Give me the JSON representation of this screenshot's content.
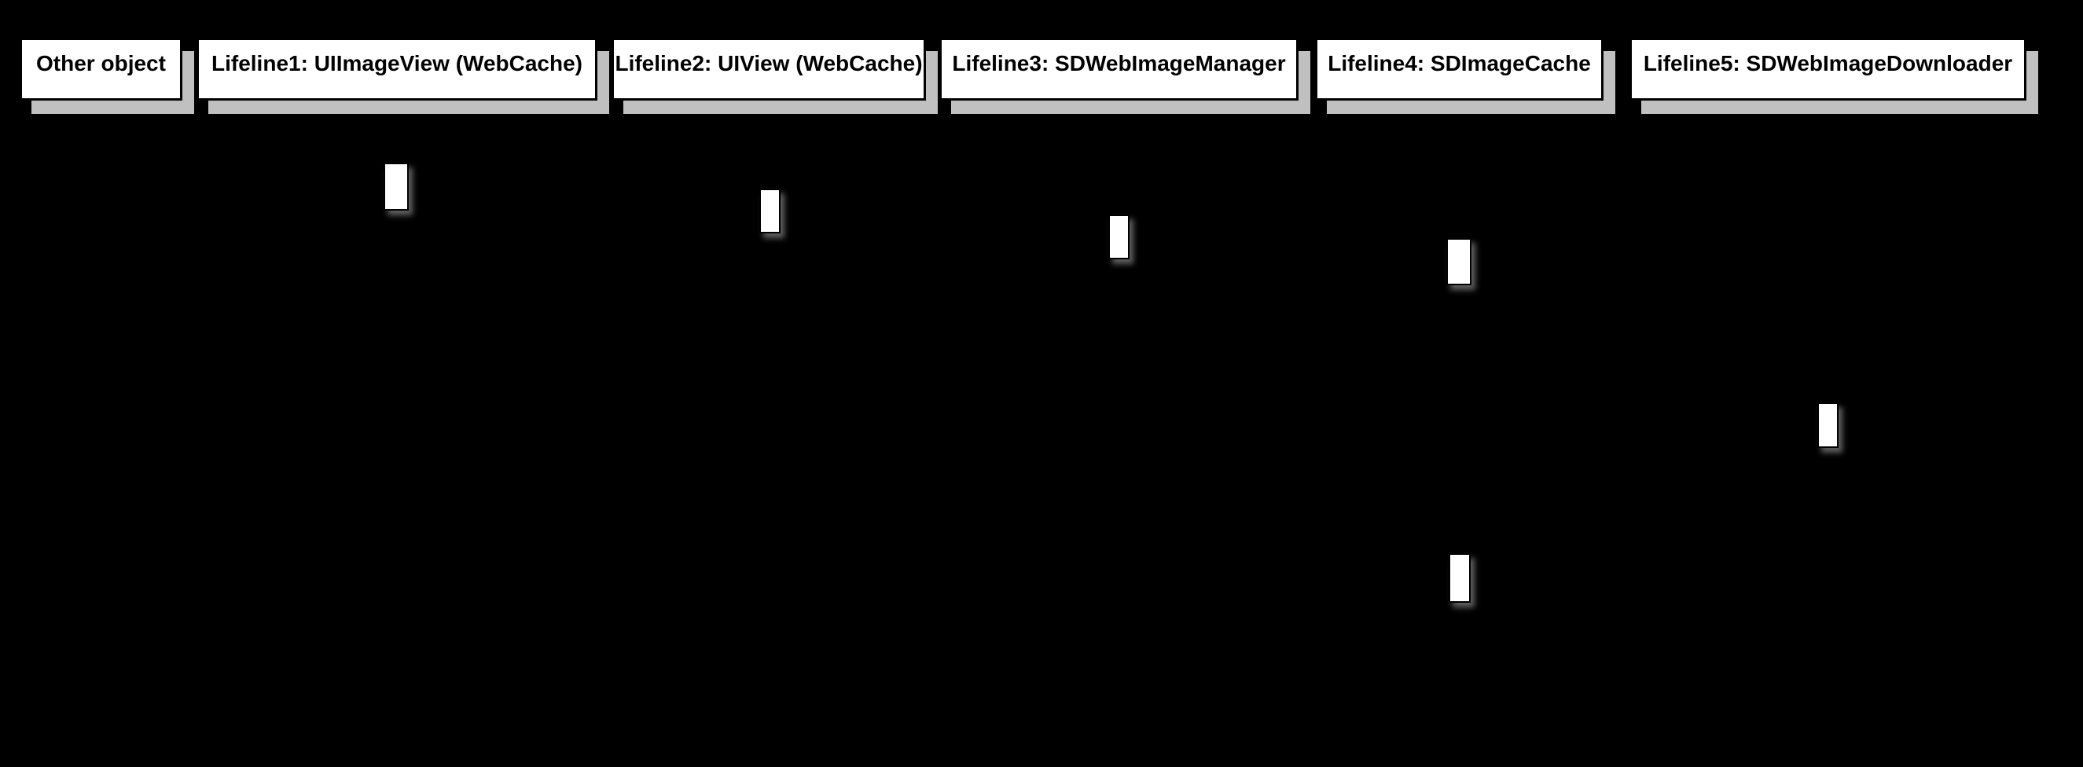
{
  "diagram": {
    "type": "uml-sequence-diagram",
    "colors": {
      "background": "#000000",
      "box_fill": "#ffffff",
      "box_border": "#000000",
      "box_shadow": "#c0c0c0"
    },
    "lifelines": [
      {
        "label": "Other object"
      },
      {
        "label": "Lifeline1: UIImageView (WebCache)"
      },
      {
        "label": "Lifeline2: UIView (WebCache)"
      },
      {
        "label": "Lifeline3: SDWebImageManager"
      },
      {
        "label": "Lifeline4: SDImageCache"
      },
      {
        "label": "Lifeline5: SDWebImageDownloader"
      }
    ],
    "activations": [
      {
        "lifeline": "Lifeline1: UIImageView (WebCache)",
        "order": 1
      },
      {
        "lifeline": "Lifeline2: UIView (WebCache)",
        "order": 2
      },
      {
        "lifeline": "Lifeline3: SDWebImageManager",
        "order": 3
      },
      {
        "lifeline": "Lifeline4: SDImageCache",
        "order": 4
      },
      {
        "lifeline": "Lifeline5: SDWebImageDownloader",
        "order": 5
      },
      {
        "lifeline": "Lifeline4: SDImageCache",
        "order": 6
      }
    ]
  }
}
